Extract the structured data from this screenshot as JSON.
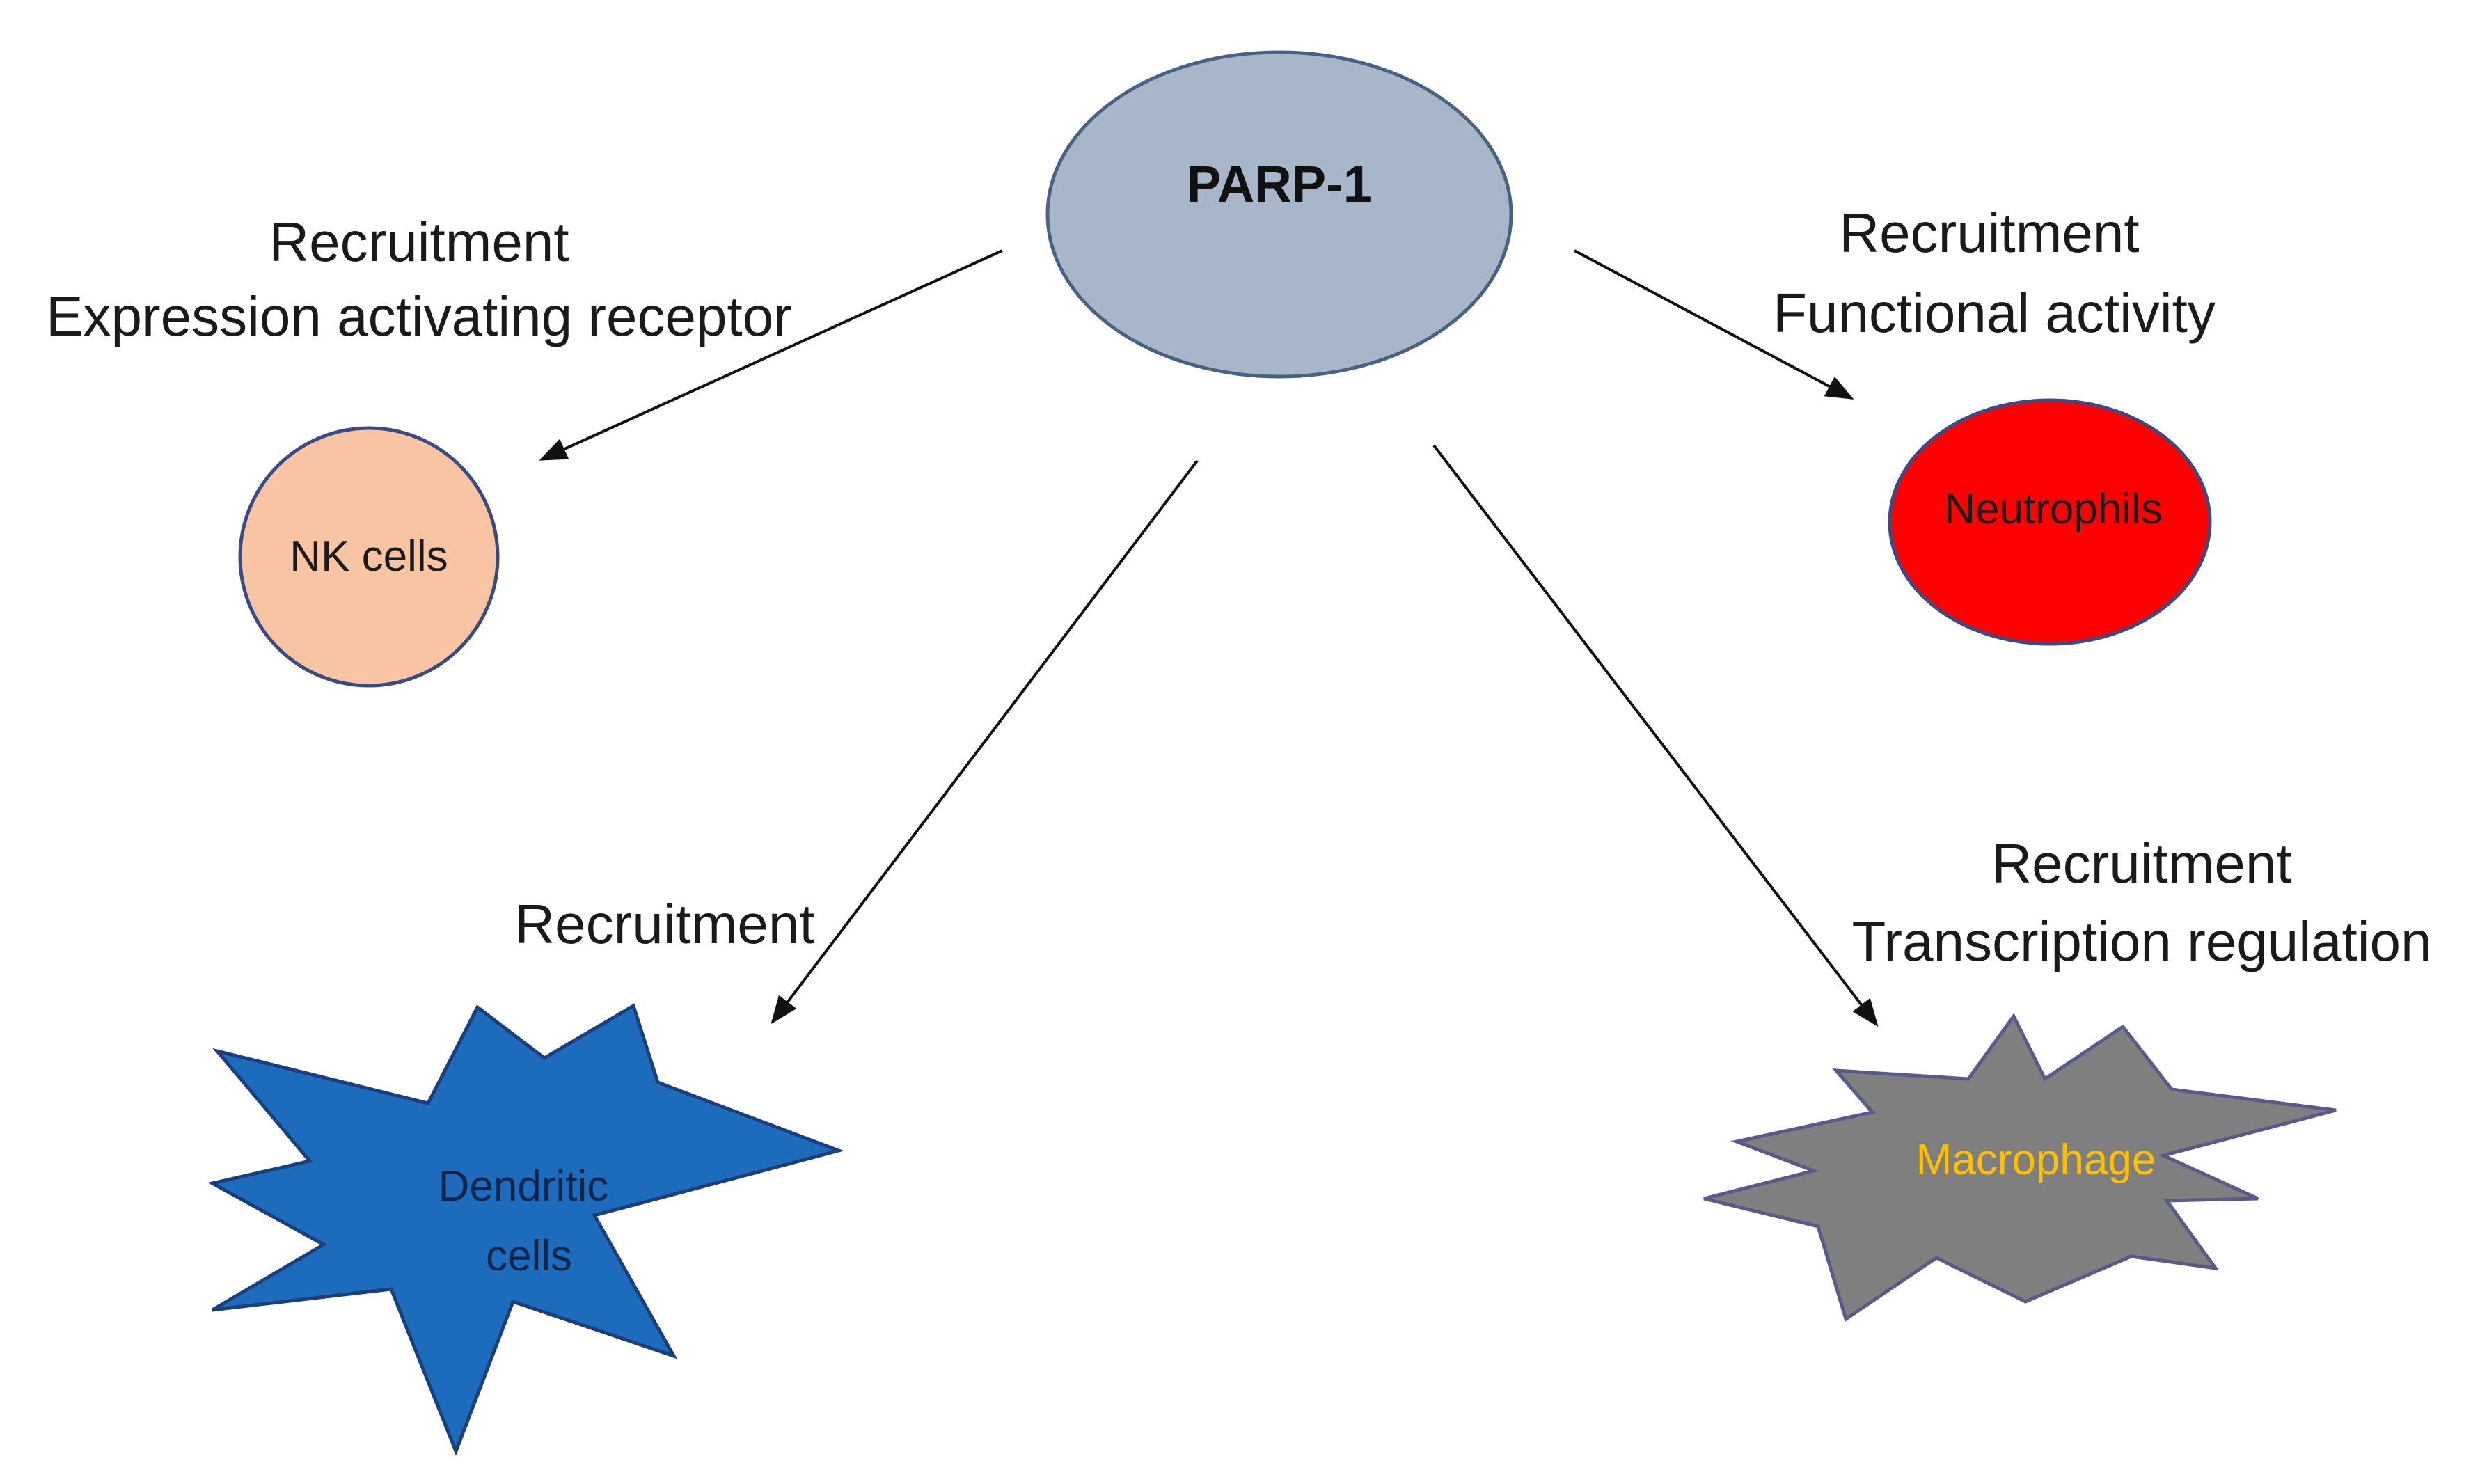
{
  "center": {
    "label": "PARP-1",
    "fill": "#a7b6c8"
  },
  "nodes": {
    "nk": {
      "label": "NK cells",
      "fill": "#f9c4a4"
    },
    "neutrophils": {
      "label": "Neutrophils",
      "fill": "#ff0000"
    },
    "dendritic": {
      "line1": "Dendritic",
      "line2": "cells",
      "fill": "#1c6bbd"
    },
    "macrophage": {
      "label": "Macrophage",
      "fill": "#7f7f7f",
      "text_color": "#ffc000"
    }
  },
  "edges": {
    "nk": {
      "line1": "Recruitment",
      "line2": "Expression activating receptor"
    },
    "neutrophils": {
      "line1": "Recruitment",
      "line2": "Functional activity"
    },
    "dendritic": {
      "line1": "Recruitment"
    },
    "macrophage": {
      "line1": "Recruitment",
      "line2": "Transcription regulation"
    }
  }
}
